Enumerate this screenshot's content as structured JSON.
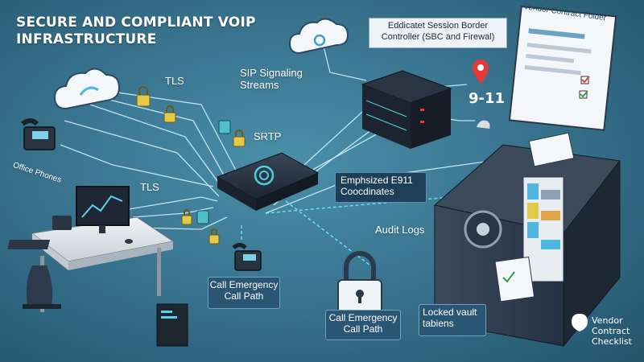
{
  "title": {
    "line1": "SECURE AND COMPLIANT VOIP",
    "line2": "INFRASTRUCTURE"
  },
  "labels": {
    "sbc": "Eddicatet Session Border Controller (SBC and Firewal)",
    "vendor_folder": "Vendor Contract Folder",
    "sip": "SIP Signaling Streams",
    "e911": "9-11",
    "tls_top": "TLS",
    "srtp": "SRTP",
    "tls_left": "TLS",
    "office_phones": "Office Phones",
    "emphasized": "Emphsized E911 Coocdinates",
    "audit_logs": "Audit Logs",
    "call_path_left": "Call Emergency Call Path",
    "call_path_center": "Call Emergency Call Path",
    "locked_vault": "Locked vault tabiens",
    "brand_line1": "Vendor",
    "brand_line2": "Contract",
    "brand_line3": "Checklist"
  },
  "colors": {
    "background": "#3a7590",
    "accent": "#4fd0e0",
    "alert": "#e53935",
    "lock": "#e2c94a",
    "box": "#1d3f57"
  },
  "icons": [
    "cloud-icon",
    "phone-icon",
    "lock-icon",
    "shield-icon",
    "location-pin-icon",
    "bell-icon",
    "server-icon",
    "router-icon",
    "vault-icon",
    "document-icon",
    "checkbox-icon",
    "desk-icon"
  ]
}
